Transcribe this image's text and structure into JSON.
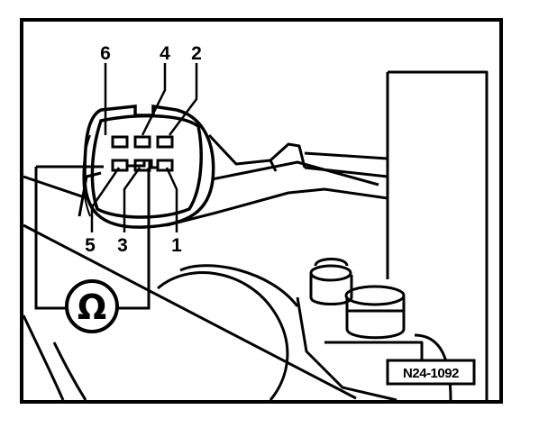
{
  "figure": {
    "reference": "N24-1092",
    "meter_symbol": "Ω",
    "pin_labels": {
      "top": [
        "6",
        "4",
        "2"
      ],
      "bottom": [
        "5",
        "3",
        "1"
      ]
    }
  }
}
